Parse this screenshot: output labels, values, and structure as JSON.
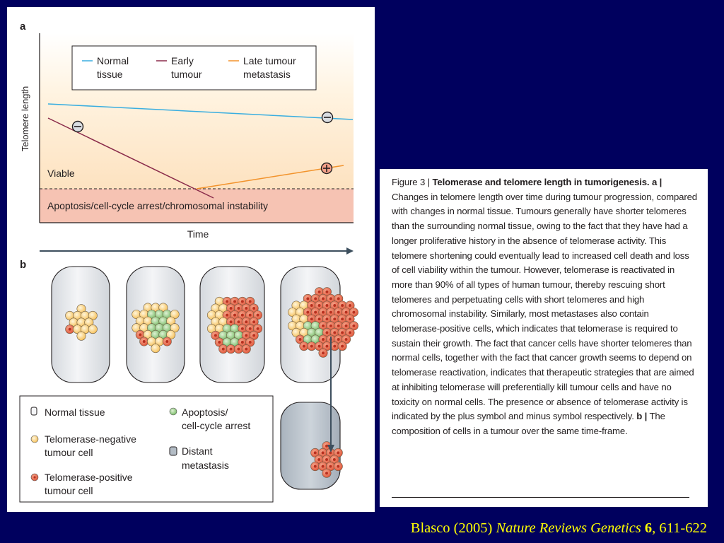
{
  "panel_a": {
    "label": "a",
    "y_axis_label": "Telomere length",
    "x_axis_label": "Time",
    "legend": [
      {
        "text_line1": "Normal",
        "text_line2": "tissue",
        "color": "#3aaee0"
      },
      {
        "text_line1": "Early",
        "text_line2": "tumour",
        "color": "#8a2b4a"
      },
      {
        "text_line1": "Late tumour",
        "text_line2": "metastasis",
        "color": "#f2932c"
      }
    ],
    "viable_label": "Viable",
    "apoptosis_label": "Apoptosis/cell-cycle arrest/chromosomal instability",
    "minus_symbol": "−",
    "plus_symbol": "+"
  },
  "panel_b": {
    "label": "b",
    "legend": [
      {
        "text_line1": "Normal tissue",
        "text_line2": "",
        "icon": "normal-tissue-icon"
      },
      {
        "text_line1": "Apoptosis/",
        "text_line2": "cell-cycle arrest",
        "icon": "apoptosis-cell-icon"
      },
      {
        "text_line1": "Telomerase-negative",
        "text_line2": "tumour cell",
        "icon": "telomerase-negative-cell-icon"
      },
      {
        "text_line1": "Distant",
        "text_line2": "metastasis",
        "icon": "distant-metastasis-icon"
      },
      {
        "text_line1": "Telomerase-positive",
        "text_line2": "tumour cell",
        "icon": "telomerase-positive-cell-icon"
      }
    ]
  },
  "caption": {
    "figure_label": "Figure 3 |",
    "title": "Telomerase and telomere length in tumorigenesis.",
    "part_a_label": "a |",
    "part_a_text": "Changes in telomere length over time during tumour progression, compared with changes in normal tissue. Tumours generally have shorter telomeres than the surrounding normal tissue, owing to the fact that they have had a longer proliferative history in the absence of telomerase activity. This telomere shortening could eventually lead to increased cell death and loss of cell viability within the tumour. However, telomerase is reactivated in more than 90% of all types of human tumour, thereby rescuing short telomeres and perpetuating cells with short telomeres and high chromosomal instability. Similarly, most metastases also contain telomerase-positive cells, which indicates that telomerase is required to sustain their growth. The fact that cancer cells have shorter telomeres than normal cells, together with the fact that cancer growth seems to depend on telomerase reactivation, indicates that therapeutic strategies that are aimed at inhibiting telomerase will preferentially kill tumour cells and have no toxicity on normal cells. The presence or absence of telomerase activity is indicated by the plus symbol and minus symbol respectively.",
    "part_b_label": "b |",
    "part_b_text": "The composition of cells in a tumour over the same time-frame."
  },
  "citation": {
    "authors_year": "Blasco (2005) ",
    "journal": "Nature Reviews Genetics",
    "volume": "6",
    "pages": ", 611-622"
  },
  "colors": {
    "background": "#00005e",
    "citation": "#ffff00",
    "normal_line": "#3aaee0",
    "early_line": "#8a2b4a",
    "late_line": "#f2932c",
    "apoptosis_band": "#f6c3b3",
    "telomerase_negative": "#fcd585",
    "telomerase_positive": "#e65a3c",
    "apoptosis_cell": "#93cc80",
    "normal_tissue_fill": "#e4e7eb",
    "metastasis_fill": "#b3bcc5"
  }
}
